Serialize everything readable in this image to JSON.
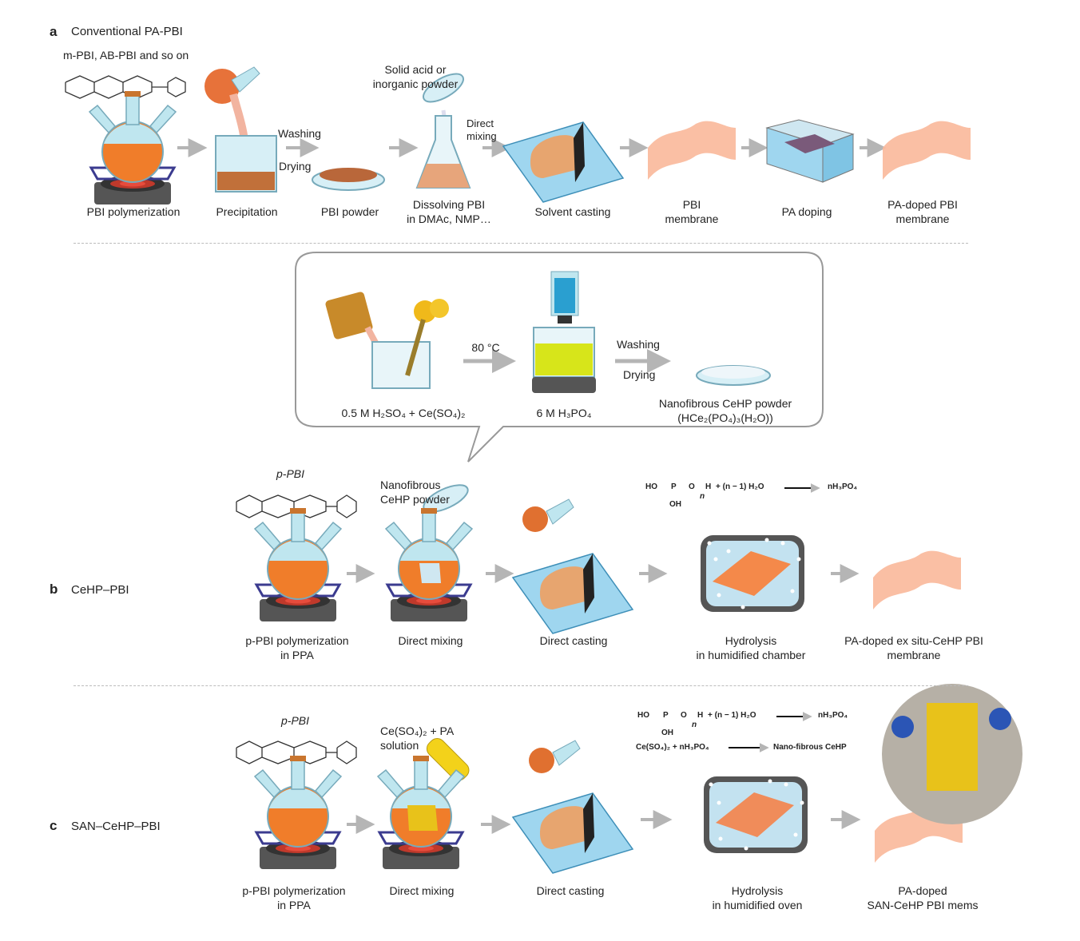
{
  "panel_a": {
    "letter": "a",
    "title": "Conventional PA-PBI",
    "polymer_note": "m-PBI, AB-PBI and so on",
    "steps": [
      "PBI polymerization",
      "Precipitation",
      "PBI powder",
      "Dissolving PBI",
      "in DMAc, NMP…",
      "Solvent casting",
      "PBI",
      "membrane",
      "PA doping",
      "PA-doped PBI",
      "membrane"
    ],
    "arrow_washing": "Washing",
    "arrow_drying": "Drying",
    "additive": [
      "Solid acid or",
      "inorganic powder"
    ],
    "direct_mixing": [
      "Direct",
      "mixing"
    ]
  },
  "inset": {
    "step1": "0.5 M H₂SO₄ + Ce(SO₄)₂",
    "temp": "80 °C",
    "step2": "6 M H₃PO₄",
    "washing": "Washing",
    "drying": "Drying",
    "product": [
      "Nanofibrous CeHP powder",
      "(HCe₂(PO₄)₃(H₂O))"
    ]
  },
  "panel_b": {
    "letter": "b",
    "title": "CeHP–PBI",
    "polymer_note": "p-PBI",
    "additive": [
      "Nanofibrous",
      "CeHP powder"
    ],
    "reaction": [
      "HO",
      "P",
      "O",
      "H",
      "OH",
      "n",
      "+ (n − 1) H₂O",
      "nH₃PO₄"
    ],
    "steps": [
      "p-PBI polymerization",
      "in PPA",
      "Direct mixing",
      "Direct casting",
      "Hydrolysis",
      "in humidified chamber",
      "PA-doped ex situ-CeHP PBI",
      "membrane"
    ]
  },
  "panel_c": {
    "letter": "c",
    "title": "SAN–CeHP–PBI",
    "polymer_note": "p-PBI",
    "additive": [
      "Ce(SO₄)₂ + PA",
      "solution"
    ],
    "reaction2": [
      "Ce(SO₄)₂ + nH₃PO₄",
      "Nano-fibrous CeHP"
    ],
    "steps": [
      "p-PBI polymerization",
      "in PPA",
      "Direct mixing",
      "Direct casting",
      "Hydrolysis",
      "in humidified oven",
      "PA-doped",
      "SAN-CeHP PBI mems"
    ]
  },
  "colors": {
    "orange": "#f07d2a",
    "glass": "#bfe6ef",
    "plate": "#9fd6ef",
    "arrow": "#b5b5b5",
    "membrane": "#f9b89a",
    "yellow": "#e8c21a"
  }
}
